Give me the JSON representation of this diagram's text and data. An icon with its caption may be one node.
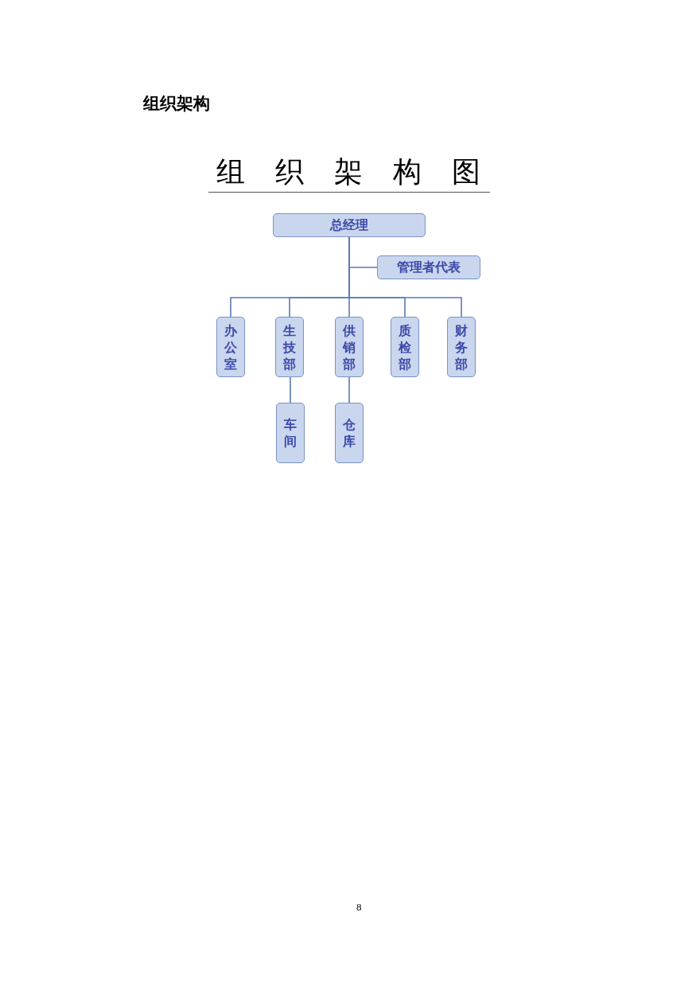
{
  "diagram": {
    "title": "组织架构图",
    "nodes": [
      {
        "text": [
          "总经理"
        ]
      },
      {
        "text": [
          "管理者代表"
        ]
      },
      {
        "text": [
          "办公室"
        ]
      },
      {
        "text": [
          "生技部"
        ]
      },
      {
        "text": [
          "供销部"
        ]
      },
      {
        "text": [
          "质检部"
        ]
      },
      {
        "text": [
          "财务部"
        ]
      },
      {
        "text": [
          "车间"
        ]
      },
      {
        "text": [
          "仓库"
        ]
      }
    ],
    "edges": [
      {
        "from": 0,
        "to": 1,
        "arrow": "none"
      },
      {
        "from": 0,
        "to": 2,
        "arrow": "none"
      },
      {
        "from": 0,
        "to": 3,
        "arrow": "none"
      },
      {
        "from": 0,
        "to": 4,
        "arrow": "none"
      },
      {
        "from": 0,
        "to": 5,
        "arrow": "none"
      },
      {
        "from": 0,
        "to": 6,
        "arrow": "none"
      },
      {
        "from": 3,
        "to": 7,
        "arrow": "none"
      },
      {
        "from": 4,
        "to": 8,
        "arrow": "none"
      }
    ],
    "labels": [
      "组织架构",
      "8"
    ]
  }
}
